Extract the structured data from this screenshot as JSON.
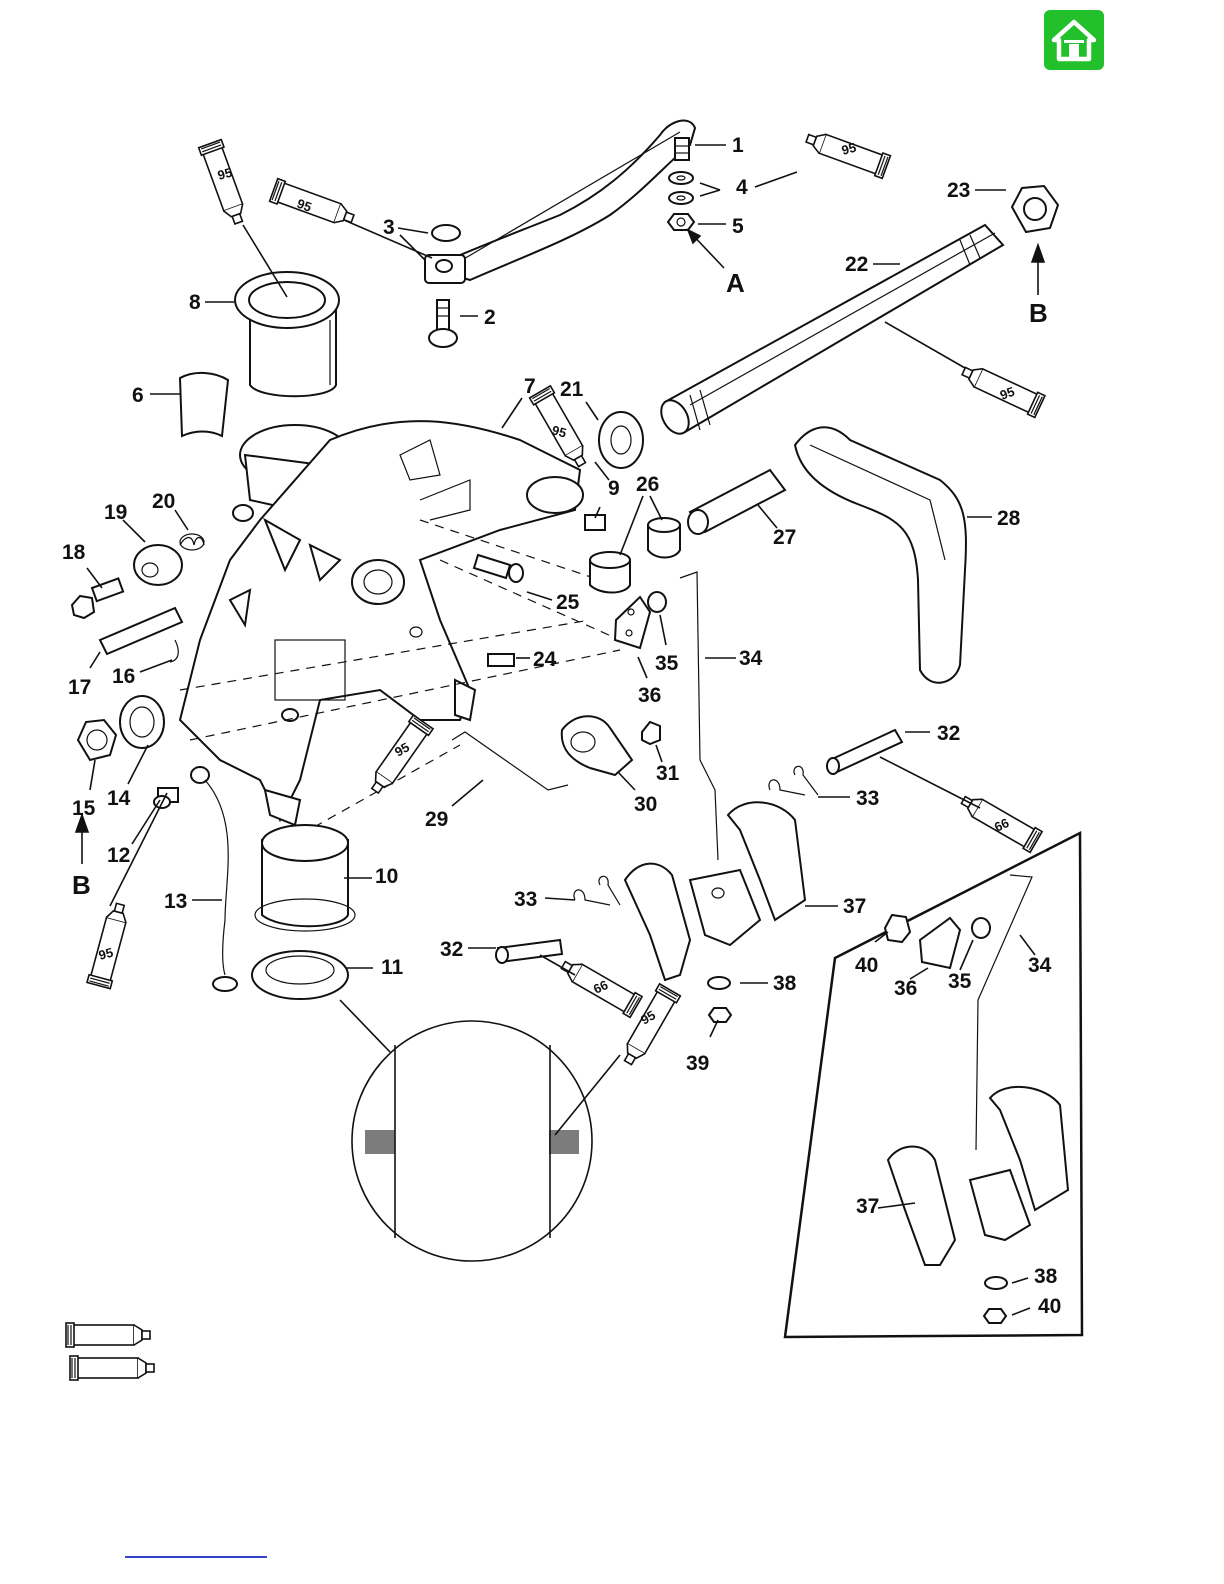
{
  "home_button": {
    "icon": "home-icon",
    "color": "#22c02a"
  },
  "callouts": [
    {
      "id": "c1",
      "text": "1"
    },
    {
      "id": "c2",
      "text": "2"
    },
    {
      "id": "c3",
      "text": "3"
    },
    {
      "id": "c4",
      "text": "4"
    },
    {
      "id": "c5",
      "text": "5"
    },
    {
      "id": "c6",
      "text": "6"
    },
    {
      "id": "c7",
      "text": "7"
    },
    {
      "id": "c8",
      "text": "8"
    },
    {
      "id": "c9",
      "text": "9"
    },
    {
      "id": "c10",
      "text": "10"
    },
    {
      "id": "c11",
      "text": "11"
    },
    {
      "id": "c12",
      "text": "12"
    },
    {
      "id": "c13",
      "text": "13"
    },
    {
      "id": "c14",
      "text": "14"
    },
    {
      "id": "c15",
      "text": "15"
    },
    {
      "id": "c16",
      "text": "16"
    },
    {
      "id": "c17",
      "text": "17"
    },
    {
      "id": "c18",
      "text": "18"
    },
    {
      "id": "c19",
      "text": "19"
    },
    {
      "id": "c20",
      "text": "20"
    },
    {
      "id": "c21",
      "text": "21"
    },
    {
      "id": "c22",
      "text": "22"
    },
    {
      "id": "c23",
      "text": "23"
    },
    {
      "id": "c24",
      "text": "24"
    },
    {
      "id": "c25",
      "text": "25"
    },
    {
      "id": "c26",
      "text": "26"
    },
    {
      "id": "c27",
      "text": "27"
    },
    {
      "id": "c28",
      "text": "28"
    },
    {
      "id": "c29",
      "text": "29"
    },
    {
      "id": "c30",
      "text": "30"
    },
    {
      "id": "c31",
      "text": "31"
    },
    {
      "id": "c32a",
      "text": "32"
    },
    {
      "id": "c32b",
      "text": "32"
    },
    {
      "id": "c33a",
      "text": "33"
    },
    {
      "id": "c33b",
      "text": "33"
    },
    {
      "id": "c34a",
      "text": "34"
    },
    {
      "id": "c34b",
      "text": "34"
    },
    {
      "id": "c35a",
      "text": "35"
    },
    {
      "id": "c35b",
      "text": "35"
    },
    {
      "id": "c36a",
      "text": "36"
    },
    {
      "id": "c36b",
      "text": "36"
    },
    {
      "id": "c37a",
      "text": "37"
    },
    {
      "id": "c37b",
      "text": "37"
    },
    {
      "id": "c38a",
      "text": "38"
    },
    {
      "id": "c38b",
      "text": "38"
    },
    {
      "id": "c39",
      "text": "39"
    },
    {
      "id": "c40a",
      "text": "40"
    },
    {
      "id": "c40b",
      "text": "40"
    }
  ],
  "view_markers": [
    {
      "id": "mA",
      "text": "A"
    },
    {
      "id": "mB1",
      "text": "B"
    },
    {
      "id": "mB2",
      "text": "B"
    }
  ],
  "lubricant_tubes": [
    {
      "id": "t1",
      "text": "95"
    },
    {
      "id": "t2",
      "text": "95"
    },
    {
      "id": "t3",
      "text": "95"
    },
    {
      "id": "t4",
      "text": "95"
    },
    {
      "id": "t5",
      "text": "95"
    },
    {
      "id": "t6",
      "text": "95"
    },
    {
      "id": "t7",
      "text": "95"
    },
    {
      "id": "t8",
      "text": "95"
    },
    {
      "id": "t9",
      "text": "66"
    },
    {
      "id": "t10",
      "text": "66"
    }
  ]
}
